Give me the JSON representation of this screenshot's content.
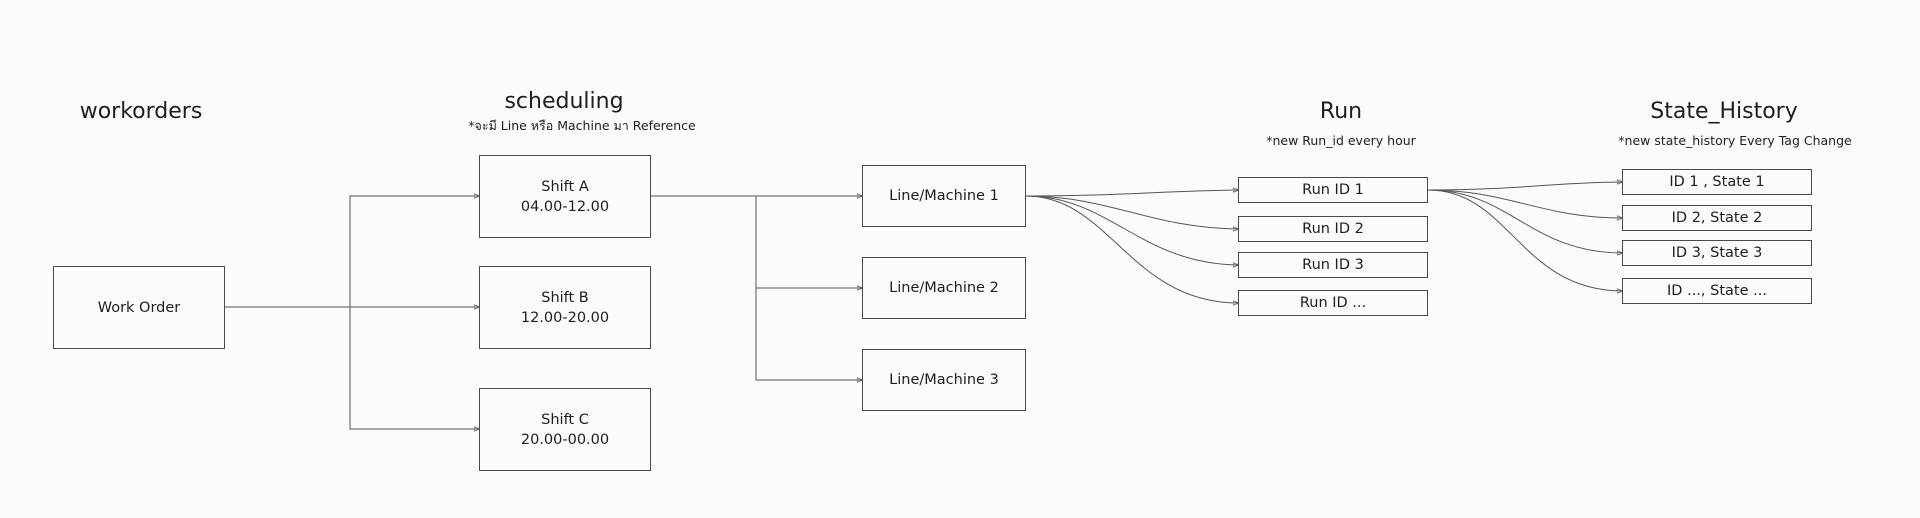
{
  "headings": {
    "workorders": "workorders",
    "scheduling": "scheduling",
    "run": "Run",
    "state_history": "State_History"
  },
  "notes": {
    "scheduling": "*จะมี Line หรือ Machine มา Reference",
    "run": "*new Run_id every hour",
    "state_history": "*new state_history Every Tag Change"
  },
  "work_order": {
    "label": "Work Order"
  },
  "shifts": [
    {
      "name": "Shift A",
      "time": "04.00-12.00"
    },
    {
      "name": "Shift B",
      "time": "12.00-20.00"
    },
    {
      "name": "Shift C",
      "time": "20.00-00.00"
    }
  ],
  "machines": [
    {
      "label": "Line/Machine 1"
    },
    {
      "label": "Line/Machine 2"
    },
    {
      "label": "Line/Machine 3"
    }
  ],
  "runs": [
    {
      "label": "Run ID 1"
    },
    {
      "label": "Run ID 2"
    },
    {
      "label": "Run ID 3"
    },
    {
      "label": "Run ID ..."
    }
  ],
  "states": [
    {
      "label": "ID 1 , State 1"
    },
    {
      "label": "ID 2, State 2"
    },
    {
      "label": "ID 3, State 3"
    },
    {
      "label": "ID ..., State ..."
    }
  ]
}
